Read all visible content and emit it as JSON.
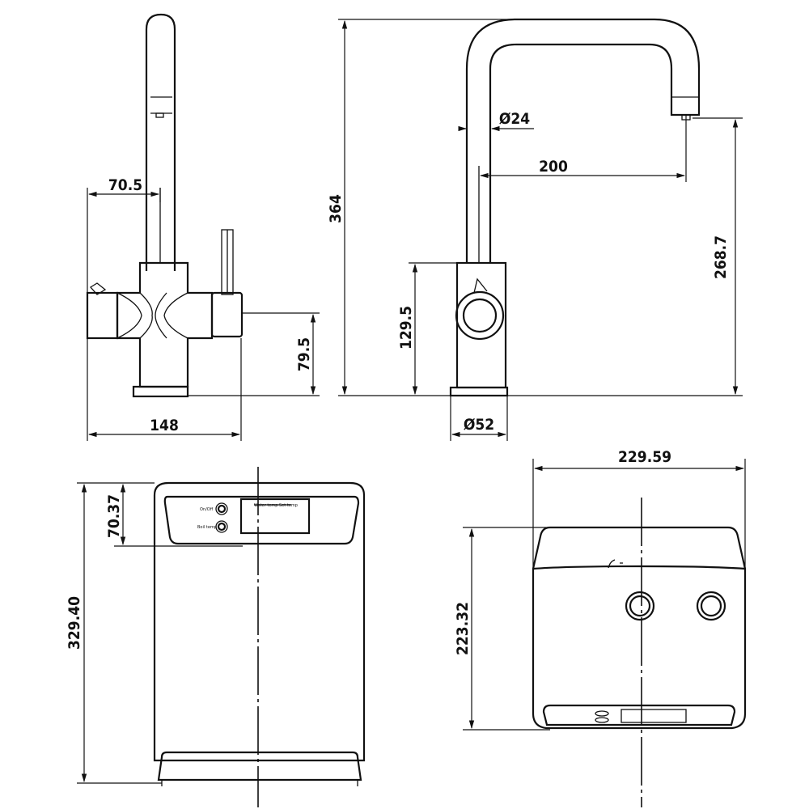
{
  "dimensions": {
    "tap_side_offset": "70.5",
    "tap_side_base_height": "79.5",
    "tap_side_width": "148",
    "tap_total_height": "364",
    "spout_diameter": "Ø24",
    "spout_reach": "200",
    "spout_height": "268.7",
    "tap_body_height": "129.5",
    "base_diameter": "Ø52",
    "tank_panel_height": "70.37",
    "tank_front_height": "329.40",
    "tank_width": "229.59",
    "tank_top_height": "223.32"
  },
  "panel_labels": {
    "btn_a": "On/Off",
    "btn_b": "Boil temp",
    "display": "Water temp   Set temp"
  }
}
